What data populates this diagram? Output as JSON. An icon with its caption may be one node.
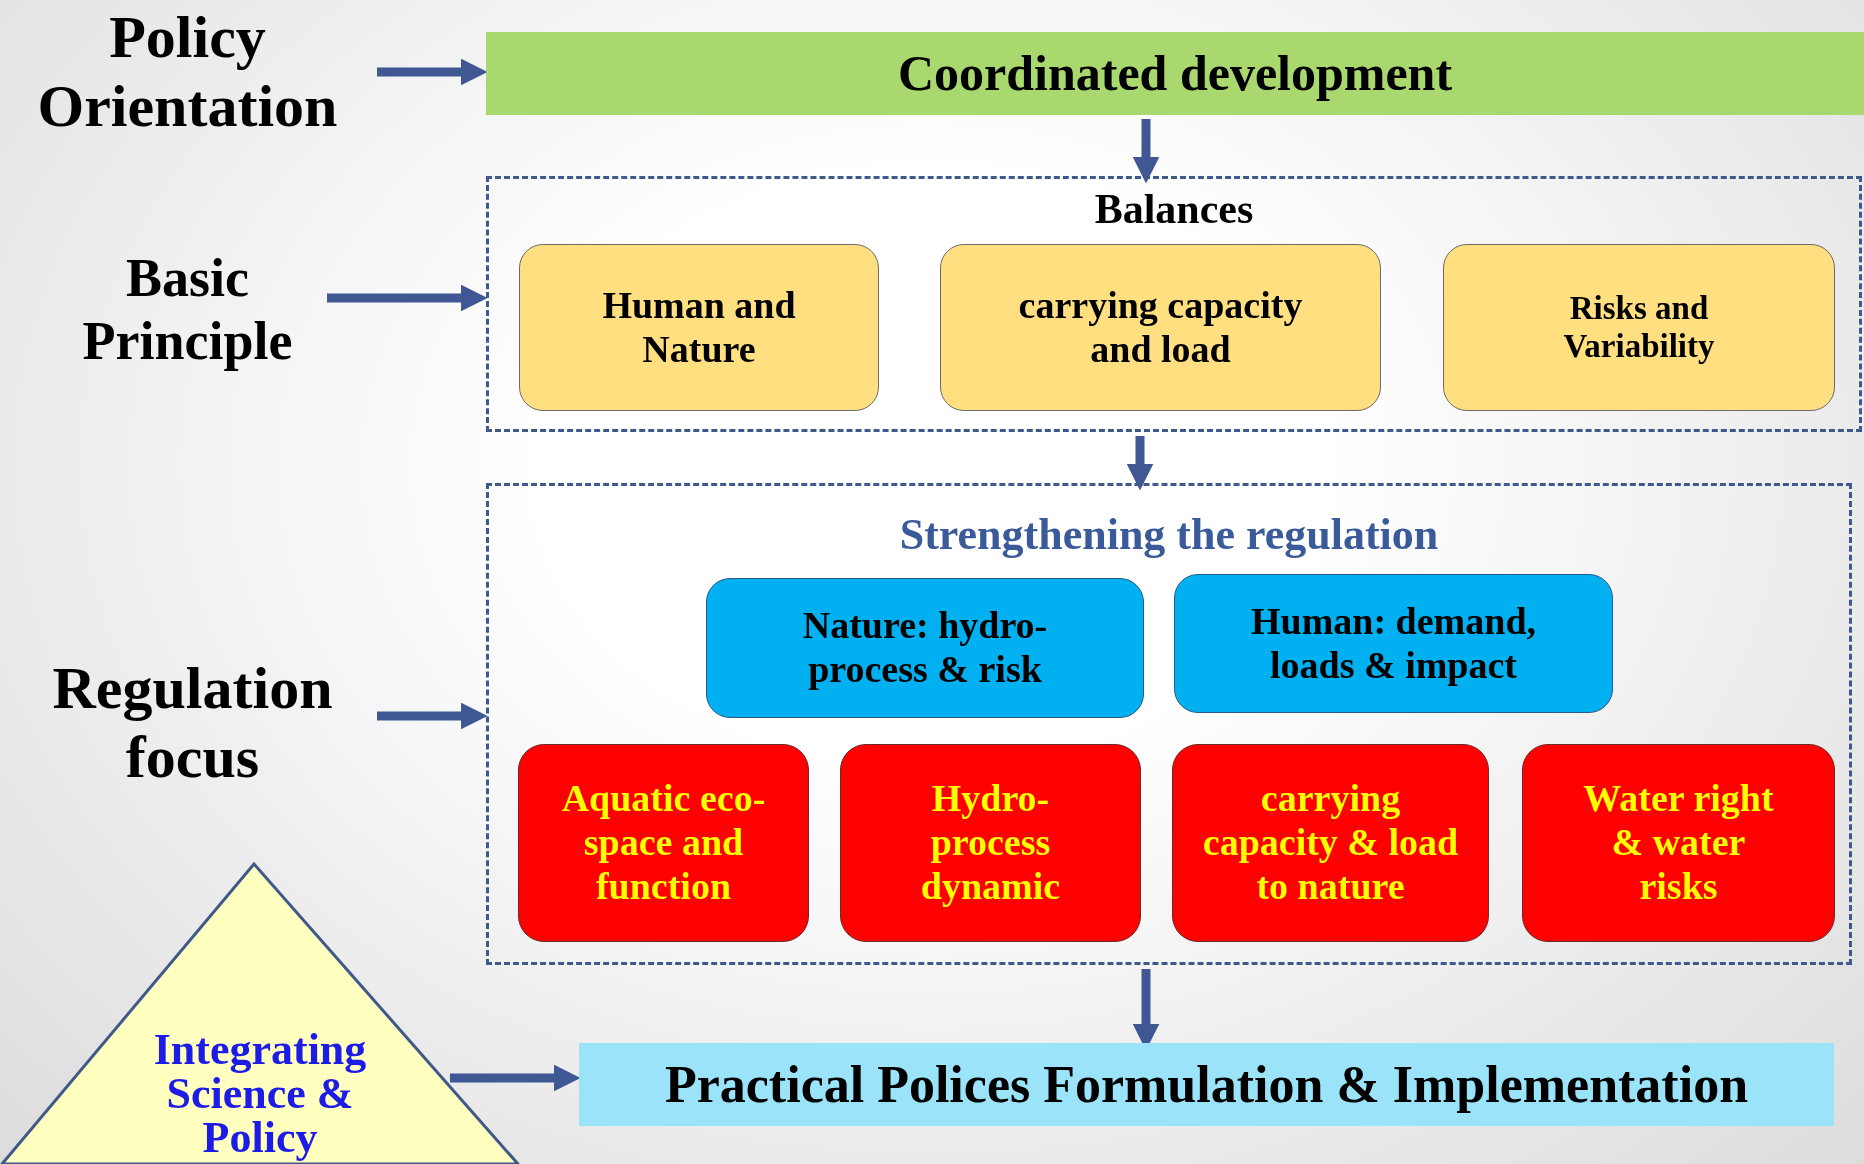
{
  "diagram": {
    "nodes": [
      {
        "text": [
          "Policy Orientation"
        ]
      },
      {
        "text": [
          "Coordinated development"
        ]
      },
      {
        "text": [
          "Basic Principle"
        ]
      },
      {
        "text": [
          "Balances"
        ]
      },
      {
        "text": [
          "Human and Nature"
        ],
        "in": 3
      },
      {
        "text": [
          "carrying capacity and  load"
        ],
        "in": 3
      },
      {
        "text": [
          "Risks and Variability"
        ],
        "in": 3
      },
      {
        "text": [
          "Regulation focus"
        ]
      },
      {
        "text": [
          "Strengthening the regulation"
        ]
      },
      {
        "text": [
          "Nature: hydro-process & risk"
        ],
        "in": 8
      },
      {
        "text": [
          "Human: demand, loads & impact"
        ],
        "in": 8
      },
      {
        "text": [
          "Aquatic eco-space and function"
        ],
        "in": 8
      },
      {
        "text": [
          "Hydro-process dynamic"
        ],
        "in": 8
      },
      {
        "text": [
          "carrying capacity & load to nature"
        ],
        "in": 8
      },
      {
        "text": [
          "Water right & water risks"
        ],
        "in": 8
      },
      {
        "text": [
          "Integrating Science & Policy"
        ]
      },
      {
        "text": [
          "Practical Polices Formulation & Implementation"
        ]
      }
    ],
    "edges": [
      {
        "from": 0,
        "to": 1,
        "arrow": "to"
      },
      {
        "from": 1,
        "to": 3,
        "arrow": "to"
      },
      {
        "from": 2,
        "to": 3,
        "arrow": "to"
      },
      {
        "from": 3,
        "to": 8,
        "arrow": "to"
      },
      {
        "from": 7,
        "to": 8,
        "arrow": "to"
      },
      {
        "from": 8,
        "to": 16,
        "arrow": "to"
      },
      {
        "from": 15,
        "to": 16,
        "arrow": "to"
      }
    ]
  }
}
